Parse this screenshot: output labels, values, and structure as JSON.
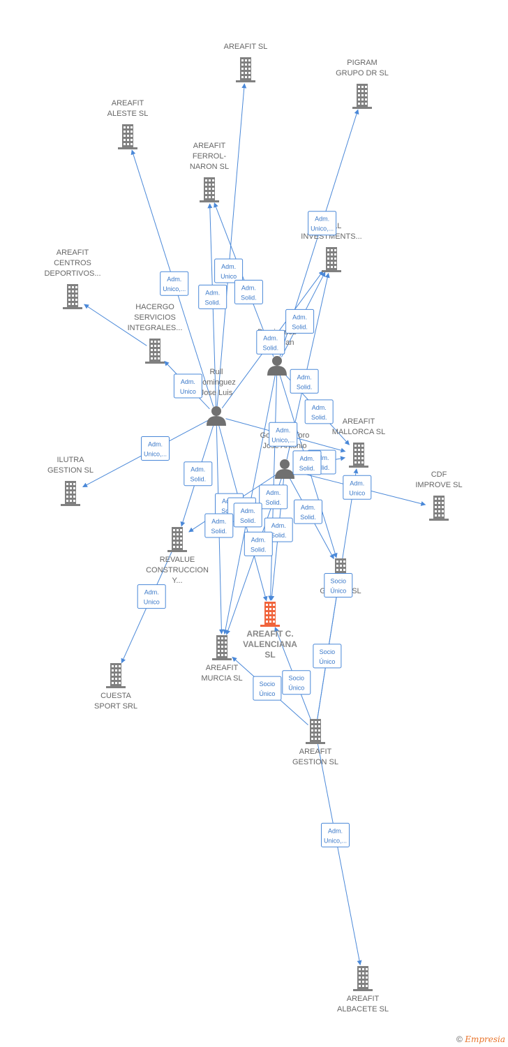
{
  "colors": {
    "edge": "#4a88d8",
    "company": "#808080",
    "main_company": "#f0643c",
    "person": "#707070"
  },
  "companies": [
    {
      "id": "areafit",
      "label": [
        "AREAFIT  SL"
      ],
      "main": false
    },
    {
      "id": "pigram",
      "label": [
        "PIGRAM",
        "GRUPO DR  SL"
      ],
      "main": false
    },
    {
      "id": "aleste",
      "label": [
        "AREAFIT",
        "ALESTE  SL"
      ],
      "main": false
    },
    {
      "id": "ferrol",
      "label": [
        "AREAFIT",
        "FERROL-",
        "NARON  SL"
      ],
      "main": false
    },
    {
      "id": "mall",
      "label": [
        "MALL",
        "INVESTMENTS..."
      ],
      "main": false
    },
    {
      "id": "centros",
      "label": [
        "AREAFIT",
        "CENTROS",
        "DEPORTIVOS..."
      ],
      "main": false
    },
    {
      "id": "hacergo",
      "label": [
        "HACERGO",
        "SERVICIOS",
        "INTEGRALES..."
      ],
      "main": false
    },
    {
      "id": "mallorca",
      "label": [
        "AREAFIT",
        "MALLORCA  SL"
      ],
      "main": false
    },
    {
      "id": "cdf",
      "label": [
        "CDF",
        "IMPROVE  SL"
      ],
      "main": false
    },
    {
      "id": "ilutra",
      "label": [
        "ILUTRA",
        "GESTION  SL"
      ],
      "main": false
    },
    {
      "id": "revalue",
      "label": [
        "REVALUE",
        "CONSTRUCCION",
        "Y..."
      ],
      "main": false
    },
    {
      "id": "galicia",
      "label": [
        "GALICIA  SL"
      ],
      "main": false
    },
    {
      "id": "valenciana",
      "label": [
        "AREAFIT C.",
        "VALENCIANA",
        "SL"
      ],
      "main": true
    },
    {
      "id": "murcia",
      "label": [
        "AREAFIT",
        "MURCIA  SL"
      ],
      "main": false
    },
    {
      "id": "cuesta",
      "label": [
        "CUESTA",
        "SPORT SRL"
      ],
      "main": false
    },
    {
      "id": "gestion",
      "label": [
        "AREAFIT",
        "GESTION  SL"
      ],
      "main": false
    },
    {
      "id": "albacete",
      "label": [
        "AREAFIT",
        "ALBACETE  SL"
      ],
      "main": false
    }
  ],
  "persons": [
    {
      "id": "sebastian",
      "label": [
        "Dominguez",
        "Sebastian"
      ]
    },
    {
      "id": "rull",
      "label": [
        "Rull",
        "Dominguez",
        "Jose Luis"
      ]
    },
    {
      "id": "jose",
      "label": [
        "Gonzalez Toro",
        "Jose Antonio"
      ]
    }
  ],
  "edges": [
    {
      "from": "rull",
      "to": "areafit",
      "label": [
        "Adm.",
        "Unico"
      ]
    },
    {
      "from": "rull",
      "to": "aleste",
      "label": [
        "Adm.",
        "Unico,..."
      ]
    },
    {
      "from": "rull",
      "to": "ferrol",
      "label": [
        "Adm.",
        "Solid."
      ]
    },
    {
      "from": "sebastian",
      "to": "ferrol",
      "label": [
        "Adm.",
        "Solid."
      ]
    },
    {
      "from": "rull",
      "to": "hacergo",
      "label": [
        "Adm.",
        "Unico"
      ]
    },
    {
      "from": "hacergo",
      "to": "centros",
      "label": []
    },
    {
      "from": "rull",
      "to": "ilutra",
      "label": [
        "Adm.",
        "Unico,..."
      ]
    },
    {
      "from": "rull",
      "to": "mallorca",
      "label": [
        "Adm.",
        "Unico,..."
      ]
    },
    {
      "from": "sebastian",
      "to": "pigram",
      "label": [
        "Adm.",
        "Unico,..."
      ]
    },
    {
      "from": "sebastian",
      "to": "mall",
      "label": [
        "Adm.",
        "Solid."
      ]
    },
    {
      "from": "rull",
      "to": "mall",
      "label": [
        "Adm.",
        "Solid."
      ]
    },
    {
      "from": "sebastian",
      "to": "mallorca",
      "label": [
        "Adm.",
        "Solid."
      ]
    },
    {
      "from": "jose",
      "to": "mall",
      "label": [
        "Adm.",
        "Solid."
      ]
    },
    {
      "from": "rull",
      "to": "revalue",
      "label": [
        "Adm.",
        "Solid."
      ]
    },
    {
      "from": "jose",
      "to": "revalue",
      "label": [
        "Adm.",
        "Solid."
      ]
    },
    {
      "from": "revalue",
      "to": "cuesta",
      "label": [
        "Adm.",
        "Unico"
      ]
    },
    {
      "from": "jose",
      "to": "cdf",
      "label": [
        "Adm.",
        "Unico"
      ]
    },
    {
      "from": "jose",
      "to": "mallorca",
      "label": [
        "Adm.",
        "Solid."
      ]
    },
    {
      "from": "jose",
      "to": "galicia",
      "label": [
        "Adm.",
        "Solid."
      ]
    },
    {
      "from": "rull",
      "to": "valenciana",
      "label": [
        "Adm.",
        "Solid."
      ]
    },
    {
      "from": "sebastian",
      "to": "valenciana",
      "label": [
        "Adm.",
        "Solid."
      ]
    },
    {
      "from": "jose",
      "to": "valenciana",
      "label": [
        "Adm.",
        "Solid."
      ]
    },
    {
      "from": "rull",
      "to": "murcia",
      "label": [
        "Adm.",
        "Solid."
      ]
    },
    {
      "from": "sebastian",
      "to": "murcia",
      "label": [
        "Adm.",
        "Solid."
      ]
    },
    {
      "from": "jose",
      "to": "murcia",
      "label": [
        "Adm.",
        "Solid."
      ]
    },
    {
      "from": "sebastian",
      "to": "galicia",
      "label": [
        "Adm.",
        "Solid."
      ]
    },
    {
      "from": "gestion",
      "to": "murcia",
      "label": [
        "Socio",
        "Único"
      ]
    },
    {
      "from": "gestion",
      "to": "valenciana",
      "label": [
        "Socio",
        "Único"
      ]
    },
    {
      "from": "gestion",
      "to": "galicia",
      "label": [
        "Socio",
        "Único"
      ]
    },
    {
      "from": "gestion",
      "to": "mallorca",
      "label": [
        "Socio",
        "Único"
      ]
    },
    {
      "from": "gestion",
      "to": "albacete",
      "label": [
        "Adm.",
        "Unico,..."
      ]
    }
  ],
  "footer": {
    "copyright": "©",
    "brand": "Empresia"
  }
}
